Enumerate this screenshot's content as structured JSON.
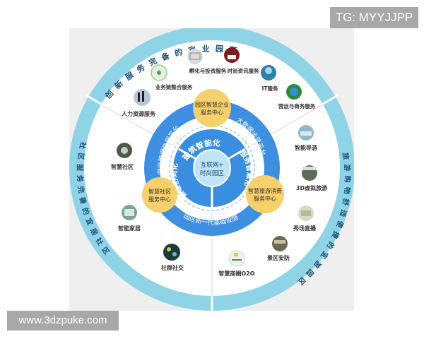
{
  "watermarks": {
    "top_right": "TG: MYYJJPP",
    "bottom_left": "www.3dzpuke.com"
  },
  "colors": {
    "panel_bg": "#efefef",
    "outer_ring": "#8fd4e6",
    "outer_text": "#1d4f7a",
    "inner_ring": "#3f8fe0",
    "core": "#3a8ee0",
    "core_center": "#bfe3f7",
    "node_yellow": "#f6d06a",
    "node_text": "#2a2a2a",
    "item_text": "#333333",
    "divider": "#ffffff"
  },
  "outer_ring": {
    "top_label": "创新服务完备的宜业园区",
    "right_label": "旅游购物舒适便捷的宜游园区",
    "left_label": "社区服务完善的宜居社区"
  },
  "segments": {
    "top": {
      "items": [
        {
          "label": "业务链整合服务",
          "icon": "network-nodes-icon"
        },
        {
          "label": "孵化与投资服务",
          "icon": "sketch-diagram-icon"
        },
        {
          "label": "时尚资讯服务",
          "icon": "meeting-people-icon"
        },
        {
          "label": "IT服务",
          "icon": "digital-tech-icon"
        },
        {
          "label": "营运与商务服务",
          "icon": "globe-icon"
        },
        {
          "label": "人力资源服务",
          "icon": "business-people-icon"
        }
      ]
    },
    "right": {
      "items": [
        {
          "label": "智能导游",
          "icon": "tour-guide-icon"
        },
        {
          "label": "3D虚拟旅游",
          "icon": "landscape-3d-icon"
        },
        {
          "label": "秀场直播",
          "icon": "live-show-icon"
        },
        {
          "label": "景区安防",
          "icon": "security-camera-icon"
        },
        {
          "label": "智慧商圈O2O",
          "icon": "shopping-o2o-icon"
        }
      ]
    },
    "left": {
      "items": [
        {
          "label": "智慧社区",
          "icon": "community-icon"
        },
        {
          "label": "智能家居",
          "icon": "smart-home-icon"
        },
        {
          "label": "社群社交",
          "icon": "social-network-icon"
        }
      ]
    }
  },
  "inner_ring": {
    "arcs": [
      {
        "label": "园区管理协同平台"
      },
      {
        "label": "大数据运营平台"
      },
      {
        "label": "园区新一代基础设施"
      }
    ],
    "nodes": [
      {
        "line1": "园区智慧企业",
        "line2": "服务中心"
      },
      {
        "line1": "智慧社区",
        "line2": "服务中心"
      },
      {
        "line1": "智慧旅游消费",
        "line2": "服务中心"
      }
    ]
  },
  "core": {
    "sectors": [
      {
        "label": "建筑智能化"
      },
      {
        "label": "服务智慧化"
      },
      {
        "label": "管理协同化"
      }
    ],
    "center_line1": "互联网+",
    "center_line2": "时尚园区"
  }
}
